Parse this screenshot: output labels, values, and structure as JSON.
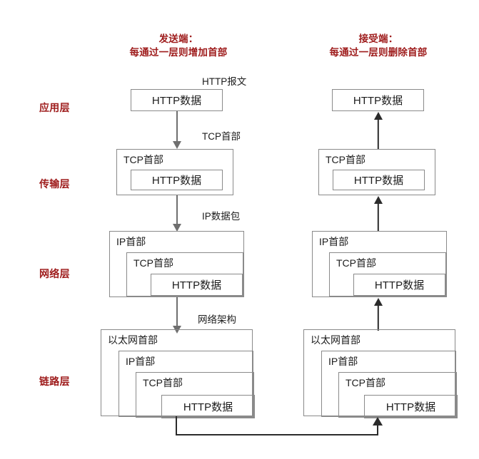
{
  "diagram": {
    "title_sender": "发送端：",
    "title_sender_sub": "每通过一层则增加首部",
    "title_receiver": "接受端：",
    "title_receiver_sub": "每通过一层则删除首部",
    "accent_color": "#9e1b1b",
    "box_border_color": "#8a8a8a",
    "arrow_color_sender": "#6f6f6f",
    "arrow_color_receiver": "#2b2b2b"
  },
  "layers": [
    {
      "name": "应用层"
    },
    {
      "name": "传输层"
    },
    {
      "name": "网络层"
    },
    {
      "name": "链路层"
    }
  ],
  "stage_labels": [
    {
      "text": "HTTP报文"
    },
    {
      "text": "TCP首部"
    },
    {
      "text": "IP数据包"
    },
    {
      "text": "网络架构"
    }
  ],
  "sender": {
    "application": {
      "data": "HTTP数据"
    },
    "transport": {
      "header": "TCP首部",
      "data": "HTTP数据"
    },
    "network": {
      "outer_header": "IP首部",
      "mid_header": "TCP首部",
      "data": "HTTP数据"
    },
    "link": {
      "outer_header": "以太网首部",
      "h2": "IP首部",
      "h3": "TCP首部",
      "data": "HTTP数据"
    }
  },
  "receiver": {
    "application": {
      "data": "HTTP数据"
    },
    "transport": {
      "header": "TCP首部",
      "data": "HTTP数据"
    },
    "network": {
      "outer_header": "IP首部",
      "mid_header": "TCP首部",
      "data": "HTTP数据"
    },
    "link": {
      "outer_header": "以太网首部",
      "h2": "IP首部",
      "h3": "TCP首部",
      "data": "HTTP数据"
    }
  }
}
